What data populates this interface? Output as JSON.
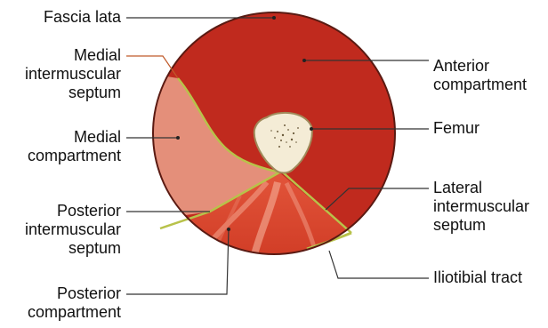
{
  "diagram": {
    "labels": {
      "fascia_lata": [
        "Fascia lata"
      ],
      "medial_septum": [
        "Medial",
        "intermuscular",
        "septum"
      ],
      "medial_compartment": [
        "Medial",
        "compartment"
      ],
      "posterior_septum": [
        "Posterior",
        "intermuscular",
        "septum"
      ],
      "posterior_compartment": [
        "Posterior",
        "compartment"
      ],
      "anterior_compartment": [
        "Anterior",
        "compartment"
      ],
      "femur": [
        "Femur"
      ],
      "lateral_septum": [
        "Lateral",
        "intermuscular",
        "septum"
      ],
      "iliotibial_tract": [
        "Iliotibial tract"
      ]
    },
    "colors": {
      "anterior": "#c02a1e",
      "medial": "#e48f7a",
      "posterior": "#d9462e",
      "posterior_light": "#f08a72",
      "septum_line": "#b8c24a",
      "bone": "#f4ecd6",
      "bone_edge": "#a08a5a",
      "leader": "#333333",
      "medial_leader": "#c05a2a",
      "outline": "#5a1a12"
    }
  }
}
